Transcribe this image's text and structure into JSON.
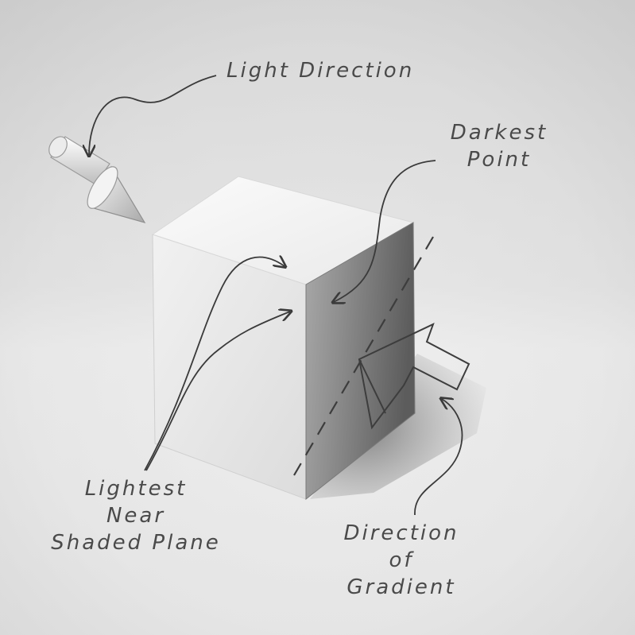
{
  "labels": {
    "light_direction": "Light Direction",
    "darkest_point": {
      "line1": "Darkest",
      "line2": "Point"
    },
    "lightest_near_shaded_plane": {
      "line1": "Lightest",
      "line2": "Near",
      "line3": "Shaded Plane"
    },
    "direction_of_gradient": {
      "line1": "Direction",
      "line2": "of",
      "line3": "Gradient"
    }
  },
  "colors": {
    "paper": "#d9d9d9",
    "pencil": "#4a4a4a",
    "top_face": "#f2f2f2",
    "left_face": "#e6e6e6",
    "right_face_light": "#9b9b9b",
    "right_face_dark": "#5f5f5f",
    "shadow": "#8c8c8c"
  },
  "icons": {
    "light_source": "arrow-cone-icon"
  }
}
